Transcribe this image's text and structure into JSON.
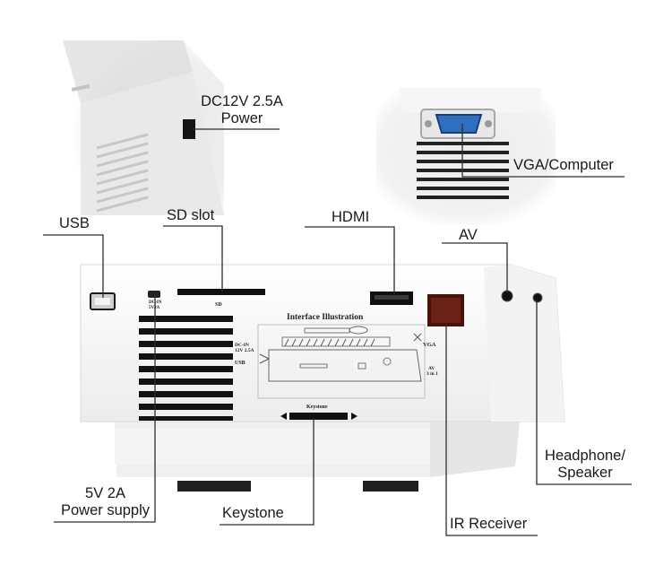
{
  "labels": {
    "dc_power": [
      "DC12V 2.5A",
      "Power"
    ],
    "vga": "VGA/Computer",
    "usb": "USB",
    "sd_slot": "SD slot",
    "hdmi": "HDMI",
    "av": "AV",
    "power_supply": [
      "5V 2A",
      "Power supply"
    ],
    "keystone": "Keystone",
    "ir_receiver": "IR Receiver",
    "headphone": [
      "Headphone/",
      "Speaker"
    ]
  },
  "panel": {
    "title": "Interface Illustration",
    "dc_in": [
      "DC-IN",
      "12V 2.5A"
    ],
    "usb": "USB",
    "vga": "VGA",
    "av": [
      "AV",
      "3 in 1"
    ],
    "keystone": "Keystone",
    "sd": "SD",
    "port_mark": [
      "DC-IN",
      "5V2A"
    ]
  },
  "colors": {
    "body": "#f7f7f7",
    "line": "#333333",
    "vent": "#111111",
    "ir": "#5a1810",
    "vga_port": "#2f6fc0"
  }
}
